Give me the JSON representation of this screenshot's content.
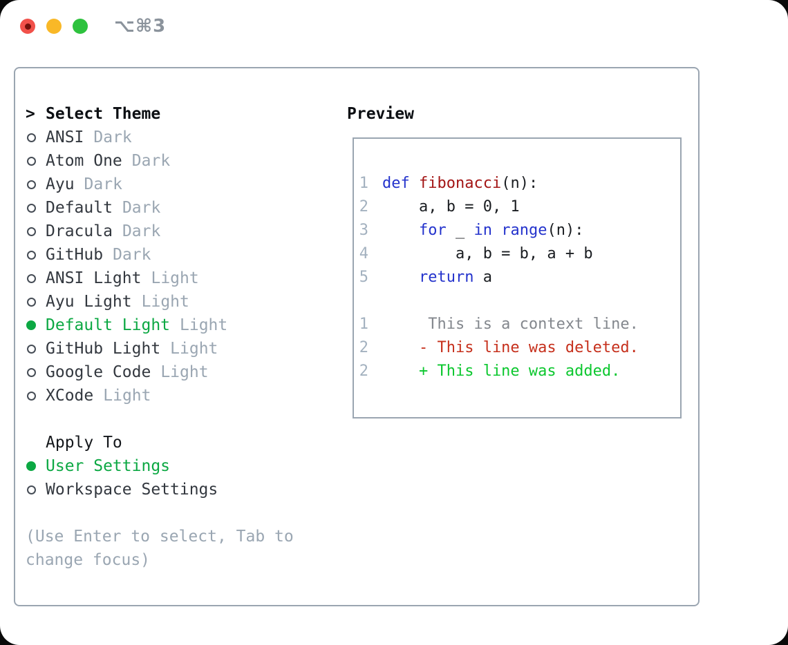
{
  "window": {
    "shortcut": "⌥⌘3",
    "traffic_lights": [
      "close",
      "minimize",
      "zoom"
    ]
  },
  "colors": {
    "selected_green": "#0ca843",
    "added_green": "#0bc72e",
    "deleted_red": "#c6301c",
    "keyword_blue": "#2433cc",
    "function_red": "#a31515",
    "context_gray": "#83878d",
    "line_number_gray": "#a3b1bf",
    "muted_gray": "#9aa6b2",
    "item_text": "#33383f",
    "heading_black": "#0c0f13",
    "border_gray": "#9aa5b1",
    "traffic_red": "#f1514a",
    "traffic_yellow": "#f9b827",
    "traffic_green": "#2ec23e"
  },
  "theme_panel": {
    "title_marker": ">",
    "title": "Select Theme",
    "items": [
      {
        "name": "ANSI",
        "badge": "Dark",
        "selected": false
      },
      {
        "name": "Atom One",
        "badge": "Dark",
        "selected": false
      },
      {
        "name": "Ayu",
        "badge": "Dark",
        "selected": false
      },
      {
        "name": "Default",
        "badge": "Dark",
        "selected": false
      },
      {
        "name": "Dracula",
        "badge": "Dark",
        "selected": false
      },
      {
        "name": "GitHub",
        "badge": "Dark",
        "selected": false
      },
      {
        "name": "ANSI Light",
        "badge": "Light",
        "selected": false
      },
      {
        "name": "Ayu Light",
        "badge": "Light",
        "selected": false
      },
      {
        "name": "Default Light",
        "badge": "Light",
        "selected": true
      },
      {
        "name": "GitHub Light",
        "badge": "Light",
        "selected": false
      },
      {
        "name": "Google Code",
        "badge": "Light",
        "selected": false
      },
      {
        "name": "XCode",
        "badge": "Light",
        "selected": false
      }
    ],
    "apply_to": {
      "title": "Apply To",
      "options": [
        {
          "name": "User Settings",
          "selected": true
        },
        {
          "name": "Workspace Settings",
          "selected": false
        }
      ]
    },
    "hint": "(Use Enter to select, Tab to change focus)"
  },
  "preview_panel": {
    "title": "Preview",
    "code_lines": [
      {
        "num": "1",
        "tokens": [
          {
            "t": "def",
            "c": "keyword"
          },
          {
            "t": " ",
            "c": "plain"
          },
          {
            "t": "fibonacci",
            "c": "function"
          },
          {
            "t": "(n):",
            "c": "plain"
          }
        ]
      },
      {
        "num": "2",
        "tokens": [
          {
            "t": "    a, b = 0, 1",
            "c": "plain"
          }
        ]
      },
      {
        "num": "3",
        "tokens": [
          {
            "t": "    ",
            "c": "plain"
          },
          {
            "t": "for",
            "c": "keyword"
          },
          {
            "t": " _ ",
            "c": "plain"
          },
          {
            "t": "in",
            "c": "keyword"
          },
          {
            "t": " ",
            "c": "plain"
          },
          {
            "t": "range",
            "c": "keyword"
          },
          {
            "t": "(n):",
            "c": "plain"
          }
        ]
      },
      {
        "num": "4",
        "tokens": [
          {
            "t": "        a, b = b, a + b",
            "c": "plain"
          }
        ]
      },
      {
        "num": "5",
        "tokens": [
          {
            "t": "    ",
            "c": "plain"
          },
          {
            "t": "return",
            "c": "keyword"
          },
          {
            "t": " a",
            "c": "plain"
          }
        ]
      },
      {
        "num": "",
        "tokens": []
      },
      {
        "num": "1",
        "tokens": [
          {
            "t": "     This is a context line.",
            "c": "context"
          }
        ]
      },
      {
        "num": "2",
        "tokens": [
          {
            "t": "    - This line was deleted.",
            "c": "deleted"
          }
        ]
      },
      {
        "num": "2",
        "tokens": [
          {
            "t": "    + This line was added.",
            "c": "added"
          }
        ]
      }
    ]
  }
}
